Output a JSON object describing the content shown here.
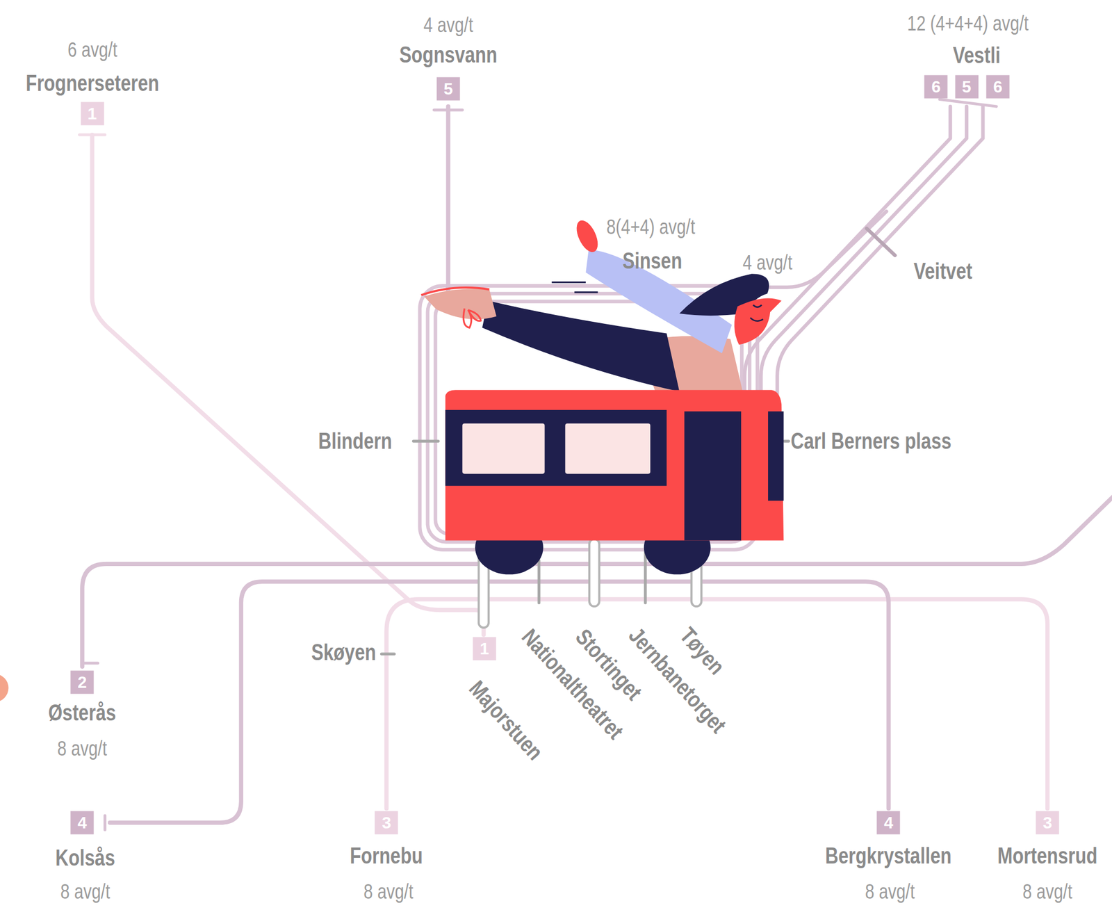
{
  "diagram": {
    "labels": [
      "6 avg/t",
      "Frognerseteren",
      "1",
      "4 avg/t",
      "Sognsvann",
      "5",
      "12 (4+4+4) avg/t",
      "Vestli",
      "6",
      "5",
      "6",
      "8(4+4) avg/t",
      "Sinsen",
      "4 avg/t",
      "Veitvet",
      "Blindern",
      "Carl Berners plass",
      "Skøyen",
      "Majorstuen",
      "Nationaltheatret",
      "Stortinget",
      "Jernbanetorget",
      "Tøyen",
      "1",
      "2",
      "Østerås",
      "8 avg/t",
      "4",
      "Kolsås",
      "8 avg/t",
      "3",
      "Fornebu",
      "8 avg/t",
      "4",
      "Bergkrystallen",
      "8 avg/t",
      "3",
      "Mortensrud",
      "8 avg/t"
    ]
  }
}
